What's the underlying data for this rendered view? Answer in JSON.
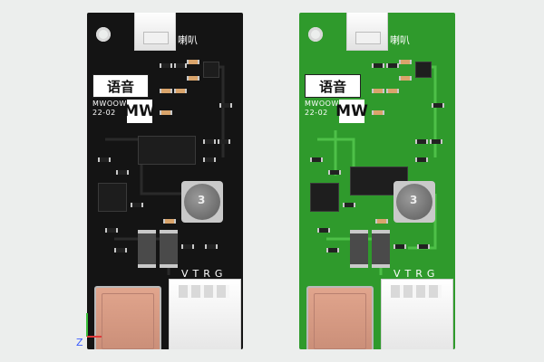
{
  "boards": [
    {
      "id": "black",
      "color": "#141414",
      "speaker_label": "喇叭",
      "voice_label": "语音",
      "model_line1": "MWOOW",
      "model_line2": "22-02",
      "logo": "MW",
      "cap_mark": "3",
      "pin_labels": "VTRG"
    },
    {
      "id": "green",
      "color": "#2f9a2c",
      "speaker_label": "喇叭",
      "voice_label": "语音",
      "model_line1": "MWOOW",
      "model_line2": "22-02",
      "logo": "MW",
      "cap_mark": "3",
      "pin_labels": "VTRG"
    }
  ],
  "axis_label": "Z"
}
